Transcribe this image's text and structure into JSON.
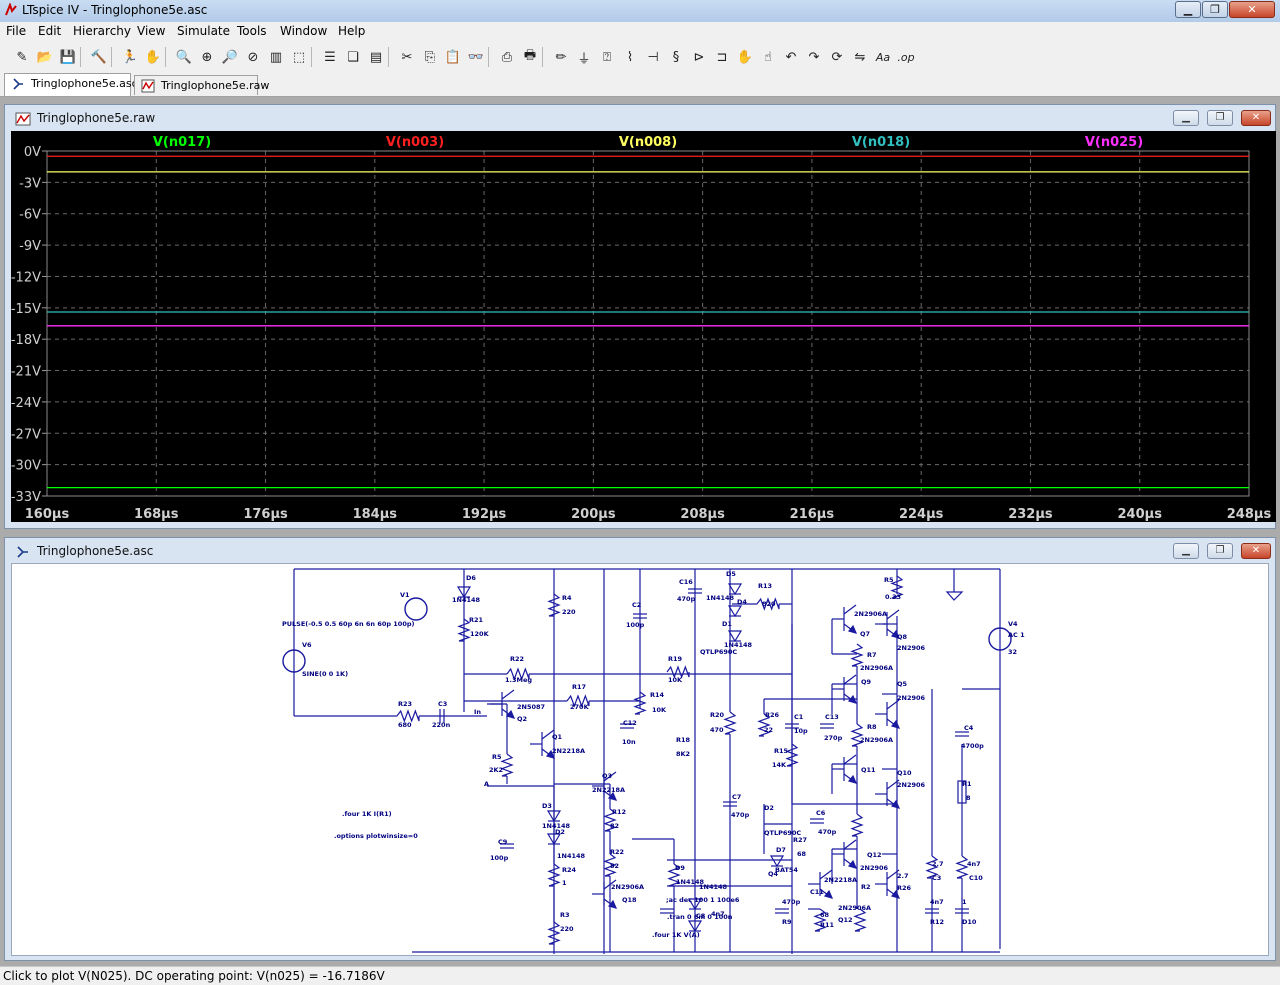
{
  "app": {
    "title": "LTspice IV - Tringlophone5e.asc"
  },
  "menu": [
    "File",
    "Edit",
    "Hierarchy",
    "View",
    "Simulate",
    "Tools",
    "Window",
    "Help"
  ],
  "toolbar": {
    "icons": [
      "new-schematic-icon",
      "open-icon",
      "save-icon",
      "control-panel-icon",
      "run-icon",
      "halt-icon",
      "zoom-in-icon",
      "zoom-pan-icon",
      "zoom-out-icon",
      "zoom-fit-icon",
      "autorange-icon",
      "zoom-extents-icon",
      "tile-horizontal-icon",
      "cascade-icon",
      "tile-vertical-icon",
      "cut-icon",
      "copy-icon",
      "paste-icon",
      "find-icon",
      "print-setup-icon",
      "print-icon",
      "wire-icon",
      "ground-icon",
      "label-net-icon",
      "resistor-icon",
      "capacitor-icon",
      "inductor-icon",
      "diode-icon",
      "component-icon",
      "move-icon",
      "drag-icon",
      "undo-icon",
      "redo-icon",
      "rotate-icon",
      "mirror-icon",
      "text-icon",
      "spice-directive-icon"
    ]
  },
  "tabs": [
    {
      "label": "Tringlophone5e.asc",
      "icon": "schematic-icon",
      "active": true
    },
    {
      "label": "Tringlophone5e.raw",
      "icon": "waveform-icon",
      "active": false
    }
  ],
  "waveform_window": {
    "title": "Tringlophone5e.raw"
  },
  "schematic_window": {
    "title": "Tringlophone5e.asc"
  },
  "chart_data": {
    "type": "line",
    "series": [
      {
        "name": "V(n017)",
        "color": "#00ff00",
        "x": [
          160,
          248
        ],
        "values": [
          -32.2,
          -32.2
        ]
      },
      {
        "name": "V(n003)",
        "color": "#ff2020",
        "x": [
          160,
          248
        ],
        "values": [
          -0.5,
          -0.5
        ]
      },
      {
        "name": "V(n008)",
        "color": "#ffff60",
        "x": [
          160,
          248
        ],
        "values": [
          -2.0,
          -2.0
        ]
      },
      {
        "name": "V(n018)",
        "color": "#30c0c0",
        "x": [
          160,
          248
        ],
        "values": [
          -15.4,
          -15.4
        ]
      },
      {
        "name": "V(n025)",
        "color": "#ff30ff",
        "x": [
          160,
          248
        ],
        "values": [
          -16.72,
          -16.72
        ]
      }
    ],
    "xlim": [
      160,
      248
    ],
    "ylim": [
      -33,
      0
    ],
    "xticks": [
      "160µs",
      "168µs",
      "176µs",
      "184µs",
      "192µs",
      "200µs",
      "208µs",
      "216µs",
      "224µs",
      "232µs",
      "240µs",
      "248µs"
    ],
    "yticks": [
      "0V",
      "-3V",
      "-6V",
      "-9V",
      "-12V",
      "-15V",
      "-18V",
      "-21V",
      "-24V",
      "-27V",
      "-30V",
      "-33V"
    ],
    "grid": true,
    "legend": "top"
  },
  "schematic": {
    "labels": [
      "V1",
      "V6",
      "PULSE(-0.5 0.5 60p 6n 6n 60p 100p)",
      "SINE(0 0 1K)",
      "V4",
      "AC 1",
      "32",
      "D6",
      "1N4148",
      "R21",
      "120K",
      "R4",
      "220",
      "C2",
      "100p",
      "C16",
      "470p",
      "D5",
      "1N4148",
      "R13",
      "820",
      "D4",
      "D1",
      "1N4148",
      "QTLP690C",
      "R5",
      "0.33",
      "2N2906A",
      "Q7",
      "Q8",
      "2N2906",
      "R22",
      "1.3Meg",
      "R19",
      "10K",
      "R17",
      "270K",
      "R14",
      "10K",
      "R23",
      "680",
      "C3",
      "220n",
      "In",
      "2N5087",
      "Q2",
      "Q1",
      "2N2218A",
      "C12",
      "10n",
      "R5",
      "2K2",
      "A",
      "Q3",
      "2N2218A",
      "R12",
      "82",
      "D3",
      "1N4148",
      "D2",
      "1N4148",
      "R24",
      "1",
      "R3",
      "220",
      "C9",
      "100p",
      "R22",
      "82",
      "2N2906A",
      "Q18",
      "R20",
      "470",
      "R18",
      "8K2",
      "R26",
      "22",
      "C1",
      "10p",
      "C13",
      "270p",
      "R15",
      "14K",
      "R7",
      "2N2906A",
      "Q9",
      "Q5",
      "2N2906",
      "R8",
      "2N2906A",
      "Q11",
      "Q10",
      "2N2906",
      "C4",
      "4700p",
      "R1",
      "8",
      "C7",
      "470p",
      "D2",
      "QTLP690C",
      "C6",
      "470p",
      "R27",
      "68",
      "D7",
      "BAT54",
      "Q4",
      "2N2218A",
      "C11",
      "470p",
      "R9",
      "68",
      "R11",
      "2N2906A",
      "Q12",
      "Q12",
      "2N2906",
      "R2",
      "2.7",
      "R26",
      "2.7",
      "C3",
      "4n7",
      "C10",
      "4n7",
      "R12",
      "1",
      "D10",
      "D9",
      "1N4148",
      "1N4148",
      "C8",
      "4n7",
      ".four 1K V(A)",
      ";ac dec 100 1 100e6",
      ".tran 0 6m 0 100n",
      ".four 1K I(R1)",
      ".options plotwinsize=0"
    ]
  },
  "status": "Click to plot V(N025).  DC operating point: V(n025) = -16.7186V"
}
